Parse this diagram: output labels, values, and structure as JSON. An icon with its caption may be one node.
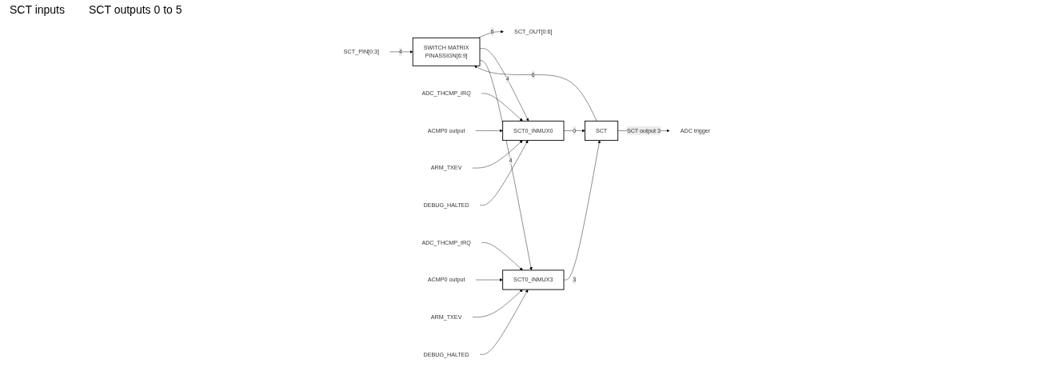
{
  "diagram": {
    "nodes": [
      {
        "text": [
          "SWITCH MATRIX",
          "PINASSIGN[6:9]"
        ]
      },
      {
        "text": [
          "SCT_OUT[0:6]"
        ]
      },
      {
        "text": [
          "SCT_PIN[0:3]"
        ]
      },
      {
        "text": [
          "SCT0_INMUX0"
        ]
      },
      {
        "text": [
          "SCT0_INMUX3"
        ]
      },
      {
        "text": [
          "SCT"
        ]
      },
      {
        "text": [
          "ADC_THCMP_IRQ"
        ]
      },
      {
        "text": [
          "ACMP0 output"
        ]
      },
      {
        "text": [
          "ARM_TXEV"
        ]
      },
      {
        "text": [
          "DEBUG_HALTED"
        ]
      },
      {
        "text": [
          "ADC_THCMP_IRQ"
        ]
      },
      {
        "text": [
          "ACMP0 output"
        ]
      },
      {
        "text": [
          "ARM_TXEV"
        ]
      },
      {
        "text": [
          "DEBUG_HALTED"
        ]
      },
      {
        "text": [
          "ADC trigger"
        ]
      }
    ],
    "edges": [
      {
        "from": 0,
        "to": 1,
        "arrow": "to",
        "label": "6"
      },
      {
        "from": 2,
        "to": 0,
        "arrow": "to",
        "label": "4"
      },
      {
        "from": 0,
        "to": 3,
        "arrow": "to",
        "label": "4"
      },
      {
        "from": 0,
        "to": 4,
        "arrow": "to",
        "label": "4"
      },
      {
        "from": 6,
        "to": 3,
        "arrow": "to"
      },
      {
        "from": 7,
        "to": 3,
        "arrow": "to"
      },
      {
        "from": 8,
        "to": 3,
        "arrow": "to"
      },
      {
        "from": 9,
        "to": 3,
        "arrow": "to"
      },
      {
        "from": 10,
        "to": 4,
        "arrow": "to"
      },
      {
        "from": 11,
        "to": 4,
        "arrow": "to"
      },
      {
        "from": 12,
        "to": 4,
        "arrow": "to"
      },
      {
        "from": 13,
        "to": 4,
        "arrow": "to"
      },
      {
        "from": 3,
        "to": 5,
        "arrow": "to",
        "label": "0"
      },
      {
        "from": 4,
        "to": 5,
        "arrow": "to",
        "label": "3"
      },
      {
        "from": 5,
        "to": 0,
        "arrow": "to",
        "label": "6"
      },
      {
        "from": 5,
        "to": 14,
        "arrow": "to",
        "label": "SCT output 3"
      }
    ],
    "labels": [
      "SCT inputs",
      "SCT outputs 0 to 5"
    ]
  }
}
